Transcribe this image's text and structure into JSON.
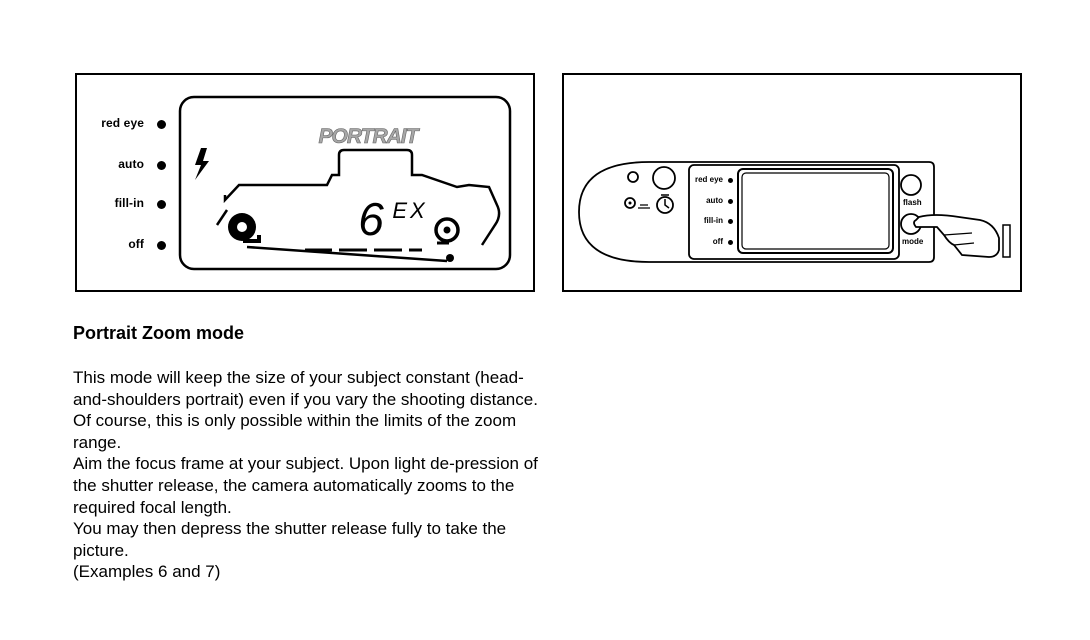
{
  "lcd_figure": {
    "mode_word": "PORTRAIT",
    "frame_count": "6",
    "frame_suffix": "EX",
    "flash_modes": [
      "red eye",
      "auto",
      "fill-in",
      "off"
    ],
    "icons": [
      "flash-bolt-icon",
      "film-spool-icon",
      "film-end-icon"
    ]
  },
  "camera_figure": {
    "flash_modes": [
      "red eye",
      "auto",
      "fill-in",
      "off"
    ],
    "flash_button_label": "flash",
    "mode_button_label": "mode",
    "icons": [
      "self-timer-icon",
      "portrait-zoom-icon",
      "pointing-hand-icon"
    ]
  },
  "section": {
    "title": "Portrait Zoom mode",
    "paragraphs": [
      "This mode will keep the size of your subject constant (head-and-shoulders portrait) even if you vary the shooting distance. Of course, this is only possible within the limits of the zoom range.",
      "Aim the focus frame at your subject. Upon light de-pression of the shutter release, the camera automatically zooms to the required focal length.",
      "You may then depress the shutter release fully to take the picture.",
      "(Examples 6 and 7)"
    ]
  }
}
